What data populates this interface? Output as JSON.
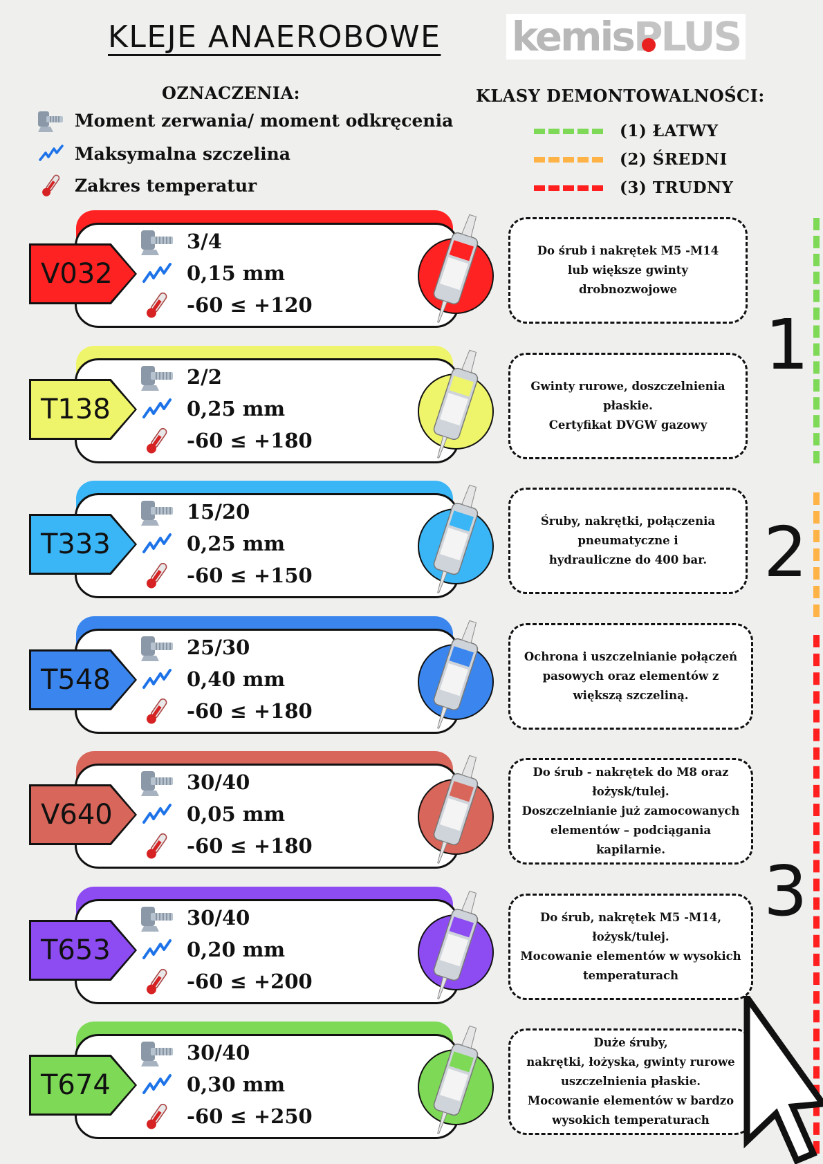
{
  "title": "KLEJE ANAEROBOWE",
  "logo": {
    "text": "kemisPLUS"
  },
  "legend": {
    "heading": "OZNACZENIA:",
    "items": [
      {
        "icon": "bolt-icon",
        "label": "Moment zerwania/ moment odkręcenia"
      },
      {
        "icon": "gap-zigzag-icon",
        "label": "Maksymalna szczelina"
      },
      {
        "icon": "thermometer-icon",
        "label": "Zakres temperatur"
      }
    ]
  },
  "classes": {
    "heading": "KLASY DEMONTOWALNOŚCI:",
    "items": [
      {
        "label": "(1) ŁATWY",
        "color": "#7ed957"
      },
      {
        "label": "(2) ŚREDNI",
        "color": "#ffb347"
      },
      {
        "label": "(3) TRUDNY",
        "color": "#ff1f1f"
      }
    ],
    "numbers": [
      "1",
      "2",
      "3"
    ]
  },
  "products": [
    {
      "code": "V032",
      "color": "#ff2222",
      "torque": "3/4",
      "gap": "0,15 mm",
      "temp": "-60 ≤ +120",
      "class": 1,
      "desc": [
        "Do śrub i nakrętek  M5 -M14",
        "lub większe gwinty drobnozwojowe"
      ]
    },
    {
      "code": "T138",
      "color": "#eef56a",
      "torque": "2/2",
      "gap": "0,25 mm",
      "temp": "-60 ≤ +180",
      "class": 1,
      "desc": [
        "Gwinty rurowe, doszczelnienia",
        "płaskie.",
        "Certyfikat DVGW gazowy"
      ]
    },
    {
      "code": "T333",
      "color": "#3ab5f5",
      "torque": "15/20",
      "gap": "0,25 mm",
      "temp": "-60 ≤ +150",
      "class": 2,
      "desc": [
        "Śruby, nakrętki,  połączenia",
        "pneumatyczne i",
        "hydrauliczne do 400 bar."
      ]
    },
    {
      "code": "T548",
      "color": "#3a86ee",
      "torque": "25/30",
      "gap": "0,40 mm",
      "temp": "-60 ≤ +180",
      "class": 3,
      "desc": [
        "Ochrona i uszczelnianie połączeń",
        "pasowych oraz elementów z",
        "większą szczeliną."
      ]
    },
    {
      "code": "V640",
      "color": "#d8665a",
      "torque": "30/40",
      "gap": "0,05 mm",
      "temp": "-60 ≤ +180",
      "class": 3,
      "desc": [
        "Do śrub - nakrętek do M8 oraz",
        "łożysk/tulej.",
        "Doszczelnianie już zamocowanych",
        "elementów – podciągania",
        "kapilarnie."
      ]
    },
    {
      "code": "T653",
      "color": "#8c4cf2",
      "torque": "30/40",
      "gap": "0,20 mm",
      "temp": "-60 ≤ +200",
      "class": 3,
      "desc": [
        "Do śrub, nakrętek  M5 -M14,",
        "łożysk/tulej.",
        "Mocowanie elementów w wysokich",
        "temperaturach"
      ]
    },
    {
      "code": "T674",
      "color": "#7ed957",
      "torque": "30/40",
      "gap": "0,30 mm",
      "temp": "-60 ≤ +250",
      "class": 3,
      "desc": [
        "Duże śruby,",
        "nakrętki, łożyska, gwinty rurowe",
        "uszczelnienia płaskie.",
        "Mocowanie elementów w bardzo",
        "wysokich temperaturach"
      ]
    }
  ]
}
